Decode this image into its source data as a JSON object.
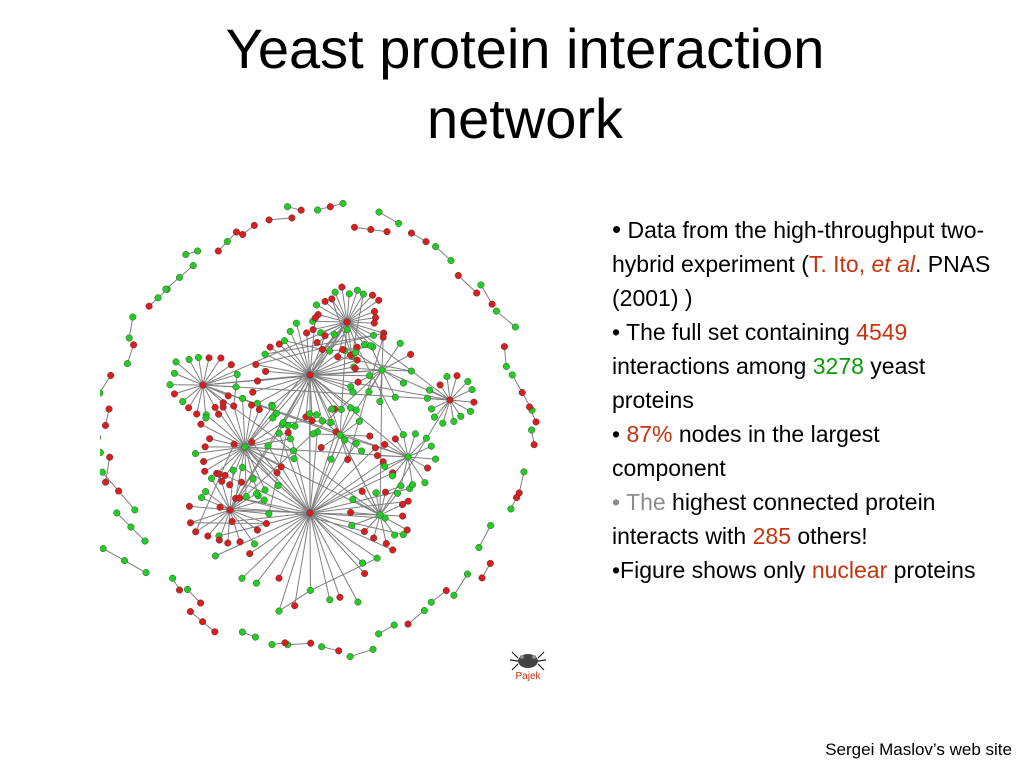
{
  "slide": {
    "title_line1": "Yeast protein interaction",
    "title_line2": "network",
    "bullets": {
      "b1": {
        "marker": "•",
        "text1": " Data from the high-throughput two-hybrid experiment (",
        "ref": "T. Ito, ",
        "ref_italic": "et al",
        "text2": ". PNAS (2001) )"
      },
      "b2": {
        "text1": "• The full set containing ",
        "interactions": "4549",
        "text2": " interactions among ",
        "proteins": "3278",
        "text3": " yeast proteins"
      },
      "b3": {
        "marker": "• ",
        "percent": "87%",
        "text": " nodes in the largest component"
      },
      "b4": {
        "grey": "• The",
        "text1": " highest connected protein interacts with ",
        "count": "285",
        "text2": " others!"
      },
      "b5": {
        "text1": "•Figure shows only ",
        "highlight": "nuclear",
        "text2": " proteins"
      }
    },
    "logo_text": "Pajek",
    "footer": "Sergei Maslov’s web site"
  },
  "colors": {
    "node_red": "#d81e1e",
    "node_green": "#22cc22",
    "edge": "#7f7f7f",
    "highlight_red": "#c8320f",
    "highlight_green": "#0a9a0a"
  }
}
